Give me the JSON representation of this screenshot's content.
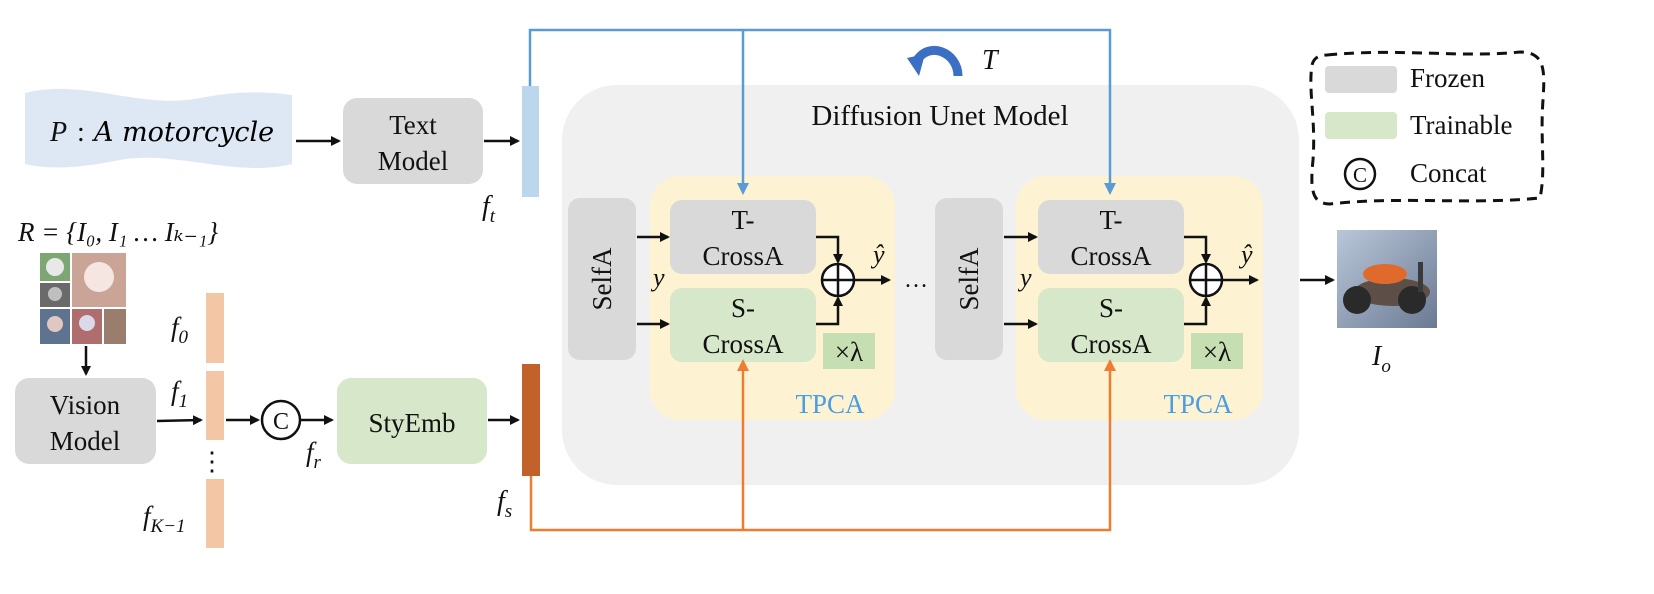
{
  "prompt": {
    "var": "P",
    "sep": ":",
    "text": "A motorcycle"
  },
  "text_model": {
    "line1": "Text",
    "line2": "Model"
  },
  "vision_model": {
    "line1": "Vision",
    "line2": "Model"
  },
  "refs_label": "R = {I₀, I₁ … Iₖ₋₁}",
  "feature_labels": {
    "f_t": {
      "base": "f",
      "sub": "t"
    },
    "f_0": {
      "base": "f",
      "sub": "0"
    },
    "f_1": {
      "base": "f",
      "sub": "1"
    },
    "f_K1": {
      "base": "f",
      "sub": "K−1"
    },
    "f_r": {
      "base": "f",
      "sub": "r"
    },
    "f_s": {
      "base": "f",
      "sub": "s"
    }
  },
  "vdots": "⋮",
  "concat_symbol": "C",
  "styemb": "StyEmb",
  "unet_title": "Diffusion Unet Model",
  "loop_label": "T",
  "selfa": "SelfA",
  "tcross": {
    "line1": "T-",
    "line2": "CrossA"
  },
  "scross": {
    "line1": "S-",
    "line2": "CrossA"
  },
  "lambda": "×λ",
  "y": "y",
  "yhat": "ŷ",
  "ellipsis": "…",
  "tpca": "TPCA",
  "output_label": {
    "base": "I",
    "sub": "o"
  },
  "legend": {
    "frozen": "Frozen",
    "trainable": "Trainable",
    "concat": "Concat"
  },
  "colors": {
    "frozen": "#d9d9d9",
    "trainable": "#d6e8c9",
    "tpca_bg": "#fdf3d2",
    "unet_bg": "#f0f0f0",
    "text_feat": "#bcd6ee",
    "style_feat": "#f3c7a6",
    "style_emb": "#c0622a",
    "blue_line": "#5b9bd5",
    "orange_line": "#ed7d31",
    "tpca_text": "#4a9fe0"
  }
}
